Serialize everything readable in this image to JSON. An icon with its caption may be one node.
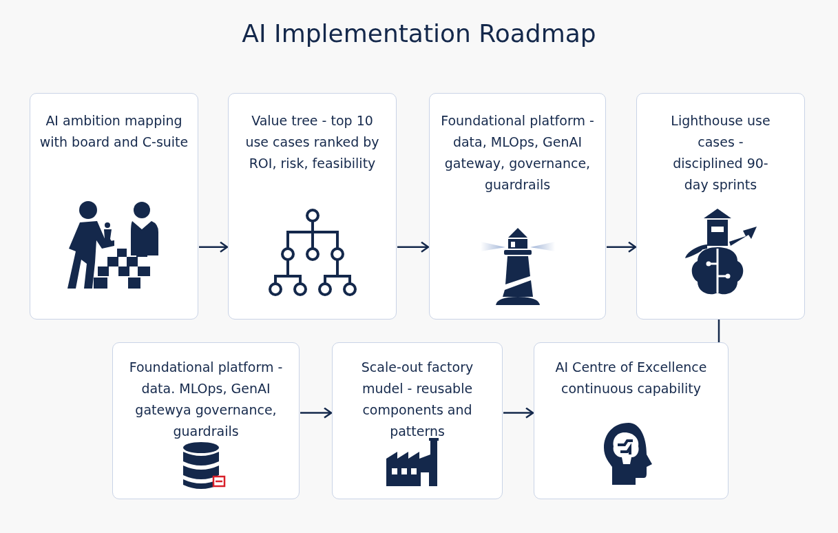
{
  "diagram": {
    "title": "AI Implementation Roadmap",
    "nodes": [
      {
        "text": [
          "AI ambition mapping with board and C-suite"
        ]
      },
      {
        "text": [
          "Value tree - top 10 use cases ranked by ROI, risk, feasibility"
        ]
      },
      {
        "text": [
          "Foundational platform - data, MLOps, GenAI gateway, governance, guardrails"
        ]
      },
      {
        "text": [
          "Lighthouse use cases - disciplined 90-day sprints"
        ]
      },
      {
        "text": [
          "Foundational platform - data. MLOps, GenAI gatewya governance, guardrails"
        ]
      },
      {
        "text": [
          "Scale-out factory mudel - reusable components and patterns"
        ]
      },
      {
        "text": [
          "AI Centre of Excellence continuous capability"
        ]
      }
    ],
    "edges": [
      {
        "from": 0,
        "to": 1,
        "arrow": "to"
      },
      {
        "from": 1,
        "to": 2,
        "arrow": "to"
      },
      {
        "from": 2,
        "to": 3,
        "arrow": "to"
      },
      {
        "from": 3,
        "to": 6,
        "arrow": "none"
      },
      {
        "from": 4,
        "to": 5,
        "arrow": "to"
      },
      {
        "from": 5,
        "to": 6,
        "arrow": "to"
      }
    ]
  }
}
